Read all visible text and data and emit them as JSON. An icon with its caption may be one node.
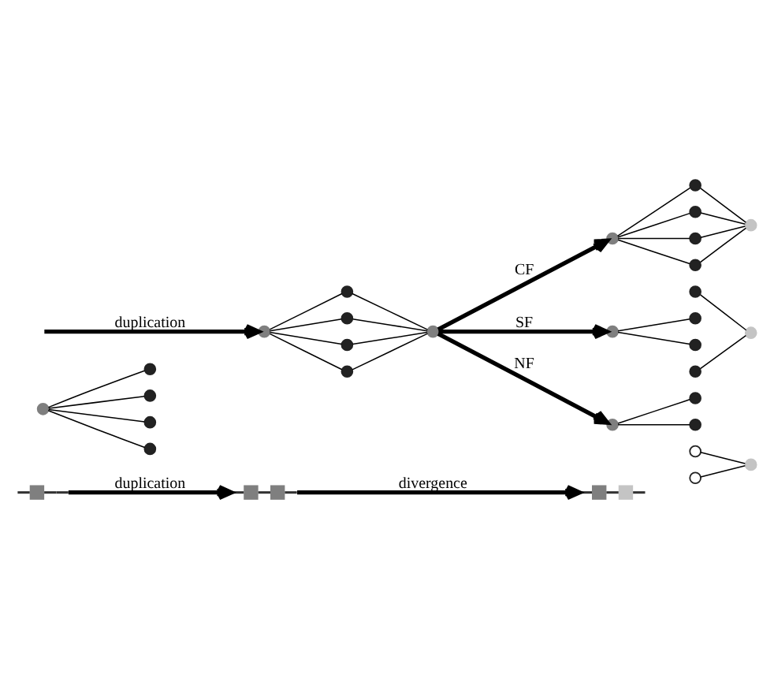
{
  "diagram": {
    "nodes": [
      {
        "text": [],
        "shape": "circle"
      },
      {
        "text": [],
        "shape": "circle"
      },
      {
        "text": [],
        "shape": "circle"
      },
      {
        "text": [],
        "shape": "circle"
      },
      {
        "text": [],
        "shape": "circle"
      },
      {
        "text": [],
        "shape": "circle"
      },
      {
        "text": [],
        "shape": "circle"
      },
      {
        "text": [],
        "shape": "circle"
      },
      {
        "text": [],
        "shape": "circle"
      },
      {
        "text": [],
        "shape": "circle"
      },
      {
        "text": [],
        "shape": "circle"
      },
      {
        "text": [],
        "shape": "circle"
      },
      {
        "text": [],
        "shape": "circle"
      },
      {
        "text": [],
        "shape": "circle"
      },
      {
        "text": [],
        "shape": "circle"
      },
      {
        "text": [],
        "shape": "circle"
      },
      {
        "text": [],
        "shape": "circle"
      },
      {
        "text": [],
        "shape": "circle"
      },
      {
        "text": [],
        "shape": "circle"
      },
      {
        "text": [],
        "shape": "circle"
      },
      {
        "text": [],
        "shape": "circle"
      },
      {
        "text": [],
        "shape": "circle"
      },
      {
        "text": [],
        "shape": "circle"
      },
      {
        "text": [],
        "shape": "circle"
      },
      {
        "text": [],
        "shape": "circle"
      },
      {
        "text": [],
        "shape": "circle"
      },
      {
        "text": [],
        "shape": "circle"
      },
      {
        "text": [],
        "shape": "circle"
      },
      {
        "text": [],
        "shape": "circle"
      },
      {
        "text": [],
        "shape": "bar"
      },
      {
        "text": [],
        "shape": "bar"
      },
      {
        "text": [],
        "shape": "bar"
      }
    ],
    "edges": [
      {
        "from": 0,
        "to": 1,
        "arrow": "none"
      },
      {
        "from": 0,
        "to": 2,
        "arrow": "none"
      },
      {
        "from": 0,
        "to": 3,
        "arrow": "none"
      },
      {
        "from": 0,
        "to": 4,
        "arrow": "none"
      },
      {
        "from": null,
        "to": 5,
        "arrow": "to",
        "label": "duplication",
        "style": "thick"
      },
      {
        "from": 5,
        "to": 6,
        "arrow": "none"
      },
      {
        "from": 5,
        "to": 7,
        "arrow": "none"
      },
      {
        "from": 5,
        "to": 8,
        "arrow": "none"
      },
      {
        "from": 5,
        "to": 9,
        "arrow": "none"
      },
      {
        "from": 6,
        "to": 10,
        "arrow": "none"
      },
      {
        "from": 7,
        "to": 10,
        "arrow": "none"
      },
      {
        "from": 8,
        "to": 10,
        "arrow": "none"
      },
      {
        "from": 9,
        "to": 10,
        "arrow": "none"
      },
      {
        "from": 10,
        "to": 11,
        "arrow": "to",
        "label": "CF",
        "style": "thick"
      },
      {
        "from": 10,
        "to": 17,
        "arrow": "to",
        "label": "SF",
        "style": "thick"
      },
      {
        "from": 10,
        "to": 23,
        "arrow": "to",
        "label": "NF",
        "style": "thick"
      },
      {
        "from": 11,
        "to": 12,
        "arrow": "none"
      },
      {
        "from": 11,
        "to": 13,
        "arrow": "none"
      },
      {
        "from": 11,
        "to": 14,
        "arrow": "none"
      },
      {
        "from": 11,
        "to": 15,
        "arrow": "none"
      },
      {
        "from": 12,
        "to": 16,
        "arrow": "none"
      },
      {
        "from": 13,
        "to": 16,
        "arrow": "none"
      },
      {
        "from": 14,
        "to": 16,
        "arrow": "none"
      },
      {
        "from": 15,
        "to": 16,
        "arrow": "none"
      },
      {
        "from": 17,
        "to": 19,
        "arrow": "none"
      },
      {
        "from": 17,
        "to": 20,
        "arrow": "none"
      },
      {
        "from": 18,
        "to": 22,
        "arrow": "none"
      },
      {
        "from": 21,
        "to": 22,
        "arrow": "none"
      },
      {
        "from": 23,
        "to": 24,
        "arrow": "none"
      },
      {
        "from": 23,
        "to": 25,
        "arrow": "none"
      },
      {
        "from": 26,
        "to": 28,
        "arrow": "none"
      },
      {
        "from": 27,
        "to": 28,
        "arrow": "none"
      },
      {
        "from": 29,
        "to": 30,
        "arrow": "to",
        "label": "duplication",
        "style": "thick"
      },
      {
        "from": 30,
        "to": 31,
        "arrow": "to",
        "label": "divergence",
        "style": "thick"
      }
    ]
  }
}
